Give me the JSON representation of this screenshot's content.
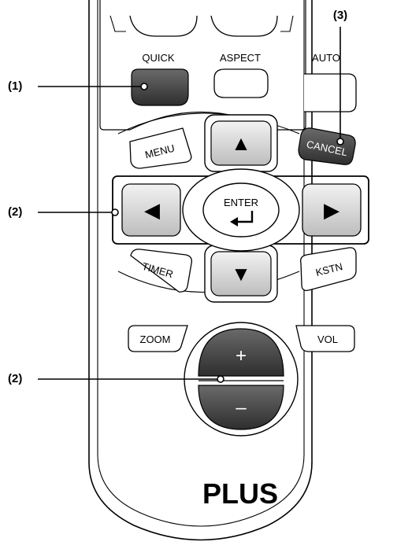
{
  "remote": {
    "top_row": {
      "quick_label": "QUICK",
      "aspect_label": "ASPECT",
      "auto_label": "AUTO"
    },
    "nav": {
      "menu_label": "MENU",
      "cancel_label": "CANCEL",
      "timer_label": "TIMER",
      "kstn_label": "KSTN",
      "enter_label": "ENTER",
      "up_glyph": "▲",
      "down_glyph": "▼",
      "left_glyph": "◀",
      "right_glyph": "▶"
    },
    "lower": {
      "zoom_label": "ZOOM",
      "vol_label": "VOL",
      "plus_sign": "+",
      "minus_sign": "–"
    },
    "brand": "PLUS"
  },
  "callouts": {
    "c1": "(1)",
    "c2a": "(2)",
    "c2b": "(2)",
    "c3": "(3)"
  },
  "colors": {
    "dark_button": "#3f3f3f",
    "gray_button": "#d8d8d8",
    "outline": "#000000"
  }
}
